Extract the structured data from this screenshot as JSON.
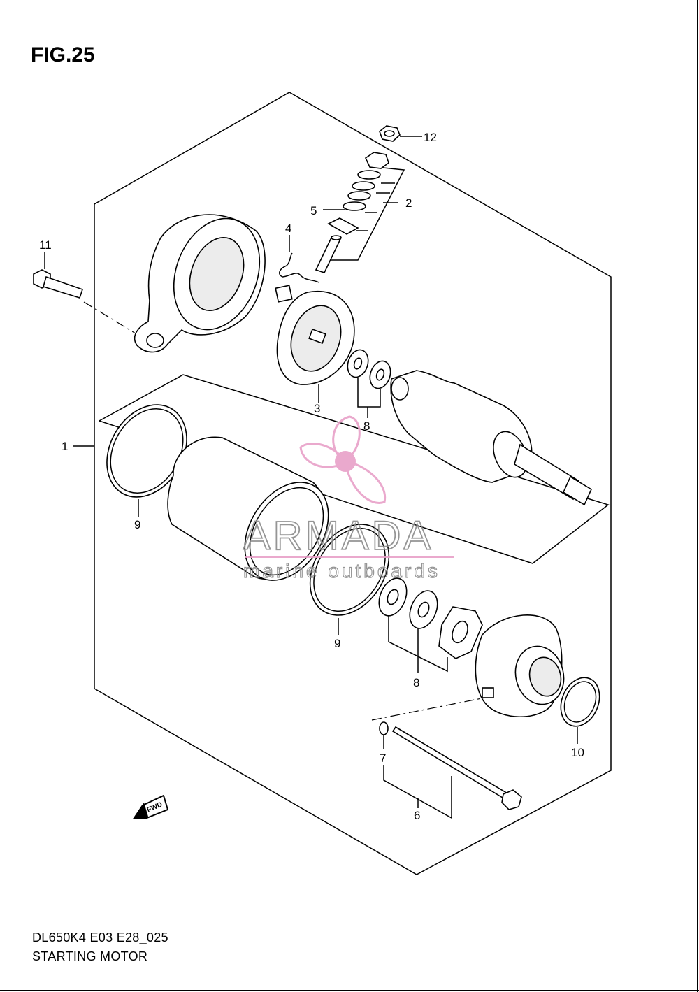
{
  "figure": {
    "title": "FIG.25"
  },
  "footer": {
    "model_code": "DL650K4 E03 E28_025",
    "name": "STARTING MOTOR"
  },
  "watermark": {
    "brand": "ARMADA",
    "tagline": "marine outboards",
    "color": "#e8a0c8"
  },
  "callouts": {
    "c1": "1",
    "c2": "2",
    "c3": "3",
    "c4": "4",
    "c5": "5",
    "c6": "6",
    "c7": "7",
    "c8a": "8",
    "c8b": "8",
    "c9a": "9",
    "c9b": "9",
    "c10": "10",
    "c11": "11",
    "c12": "12"
  },
  "fwd_label": "FWD"
}
